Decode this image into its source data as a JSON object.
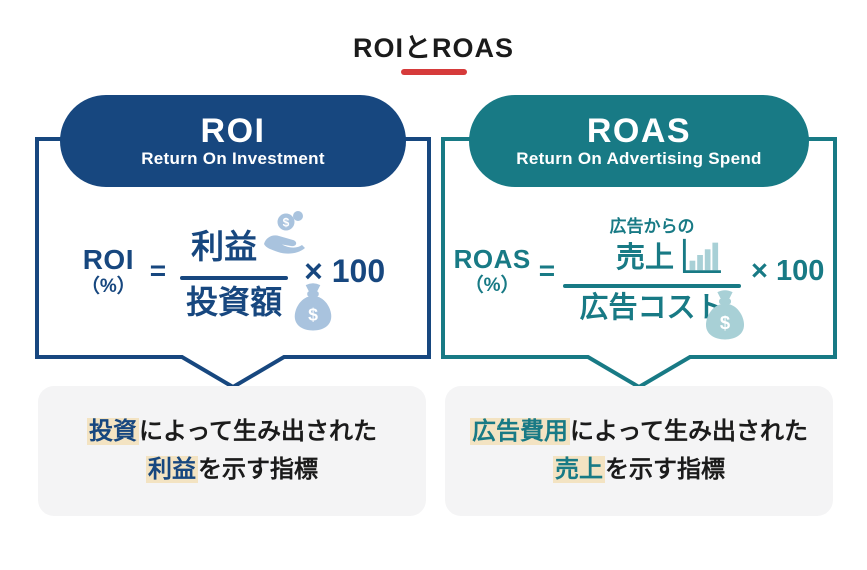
{
  "header": {
    "title": "ROIとROAS"
  },
  "colors": {
    "navy": "#17477f",
    "teal": "#187a85",
    "navy_light": "#a9c3de",
    "teal_light": "#a8d0d6",
    "highlight_cream": "#f3e3c2",
    "red_accent": "#d63b3b",
    "box_gray": "#f4f4f5",
    "text_dark": "#1b1b1b"
  },
  "cards": [
    {
      "abbr": "ROI",
      "full_name": "Return On Investment",
      "formula": {
        "lhs": "ROI",
        "lhs_unit": "（%）",
        "equals": "=",
        "numerator_prefix": "",
        "numerator": "利益",
        "denominator": "投資額",
        "multiplier": "× 100",
        "numerator_icon": "hand-coin-icon",
        "denominator_icon": "money-bag-icon"
      },
      "description": {
        "line1_highlight": "投資",
        "line1_rest": "によって生み出された",
        "line2_highlight": "利益",
        "line2_rest": "を示す指標"
      }
    },
    {
      "abbr": "ROAS",
      "full_name": "Return On Advertising Spend",
      "formula": {
        "lhs": "ROAS",
        "lhs_unit": "（%）",
        "equals": "=",
        "numerator_prefix": "広告からの",
        "numerator": "売上",
        "denominator": "広告コスト",
        "multiplier": "× 100",
        "numerator_icon": "bar-chart-icon",
        "denominator_icon": "money-bag-icon"
      },
      "description": {
        "line1_highlight": "広告費用",
        "line1_rest": "によって生み出された",
        "line2_highlight": "売上",
        "line2_rest": "を示す指標"
      }
    }
  ]
}
